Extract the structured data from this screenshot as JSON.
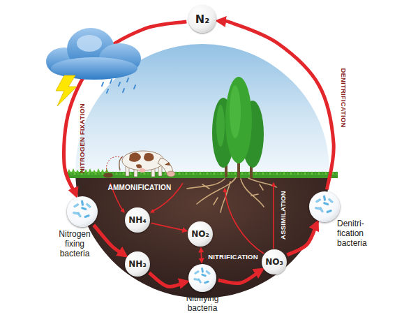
{
  "diagram": {
    "nodes": [
      {
        "text": [
          "N₂"
        ]
      },
      {
        "text": [
          "Nitrogen fixing bacteria"
        ]
      },
      {
        "text": [
          "NH₄"
        ]
      },
      {
        "text": [
          "NO₂"
        ]
      },
      {
        "text": [
          "NH₃"
        ]
      },
      {
        "text": [
          "NO₃"
        ]
      },
      {
        "text": [
          "Denitri- fication bacteria"
        ]
      },
      {
        "text": [
          "Nitrifying bacteria"
        ]
      }
    ],
    "edges": [
      {
        "from": 0,
        "to": 1,
        "arrow": "to"
      },
      {
        "from": 1,
        "to": 4,
        "arrow": "to"
      },
      {
        "from": 4,
        "to": 7,
        "arrow": "to"
      },
      {
        "from": 7,
        "to": 5,
        "arrow": "to"
      },
      {
        "from": 5,
        "to": 6,
        "arrow": "to"
      },
      {
        "from": 6,
        "to": 0,
        "arrow": "to"
      },
      {
        "from": 2,
        "to": 3,
        "arrow": "to"
      },
      {
        "from": 3,
        "to": 7,
        "arrow": "both"
      }
    ],
    "labels": [
      "NITROGEN FIXATION",
      "AMMONIFICATION",
      "NITRIFICATION",
      "ASSIMILATION",
      "DENITRIFICATION"
    ]
  }
}
